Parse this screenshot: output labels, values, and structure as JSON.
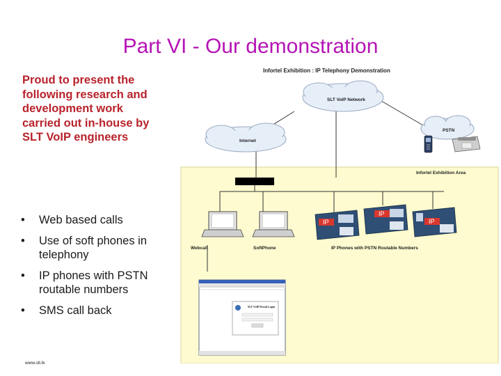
{
  "slide": {
    "title": "Part VI - Our demonstration",
    "intro": "Proud to present the following research and development work carried out in-house by  SLT VoIP engineers",
    "bullets": [
      {
        "bullet": "•",
        "text": "Web based calls"
      },
      {
        "bullet": "•",
        "text": "Use of soft phones in telephony"
      },
      {
        "bullet": "•",
        "text": "IP phones with PSTN routable numbers"
      },
      {
        "bullet": "•",
        "text": "SMS call back"
      }
    ],
    "footer": "www.slt.lk"
  },
  "diagram": {
    "title": "Infortel Exhibition : IP Telephony Demonstration",
    "clouds": {
      "voip_network": "SLT VoIP Network",
      "internet": "Internet",
      "pstn": "PSTN"
    },
    "area_label": "Infortel Exhibition Area",
    "devices": {
      "webcall": "Webcall",
      "softphone": "SoftPhone",
      "ip_phones": "IP Phones with PSTN Routable Numbers",
      "ip_phone_badge": "IP"
    },
    "screenshot_title": "SLT VoIP Portal Login",
    "colors": {
      "title": "#b414b4",
      "intro": "#b8232c",
      "area_bg": "#fdfbcf",
      "cloud_fill": "#e6eef8",
      "ip_badge": "#d9372e",
      "connector": "#333333"
    }
  }
}
